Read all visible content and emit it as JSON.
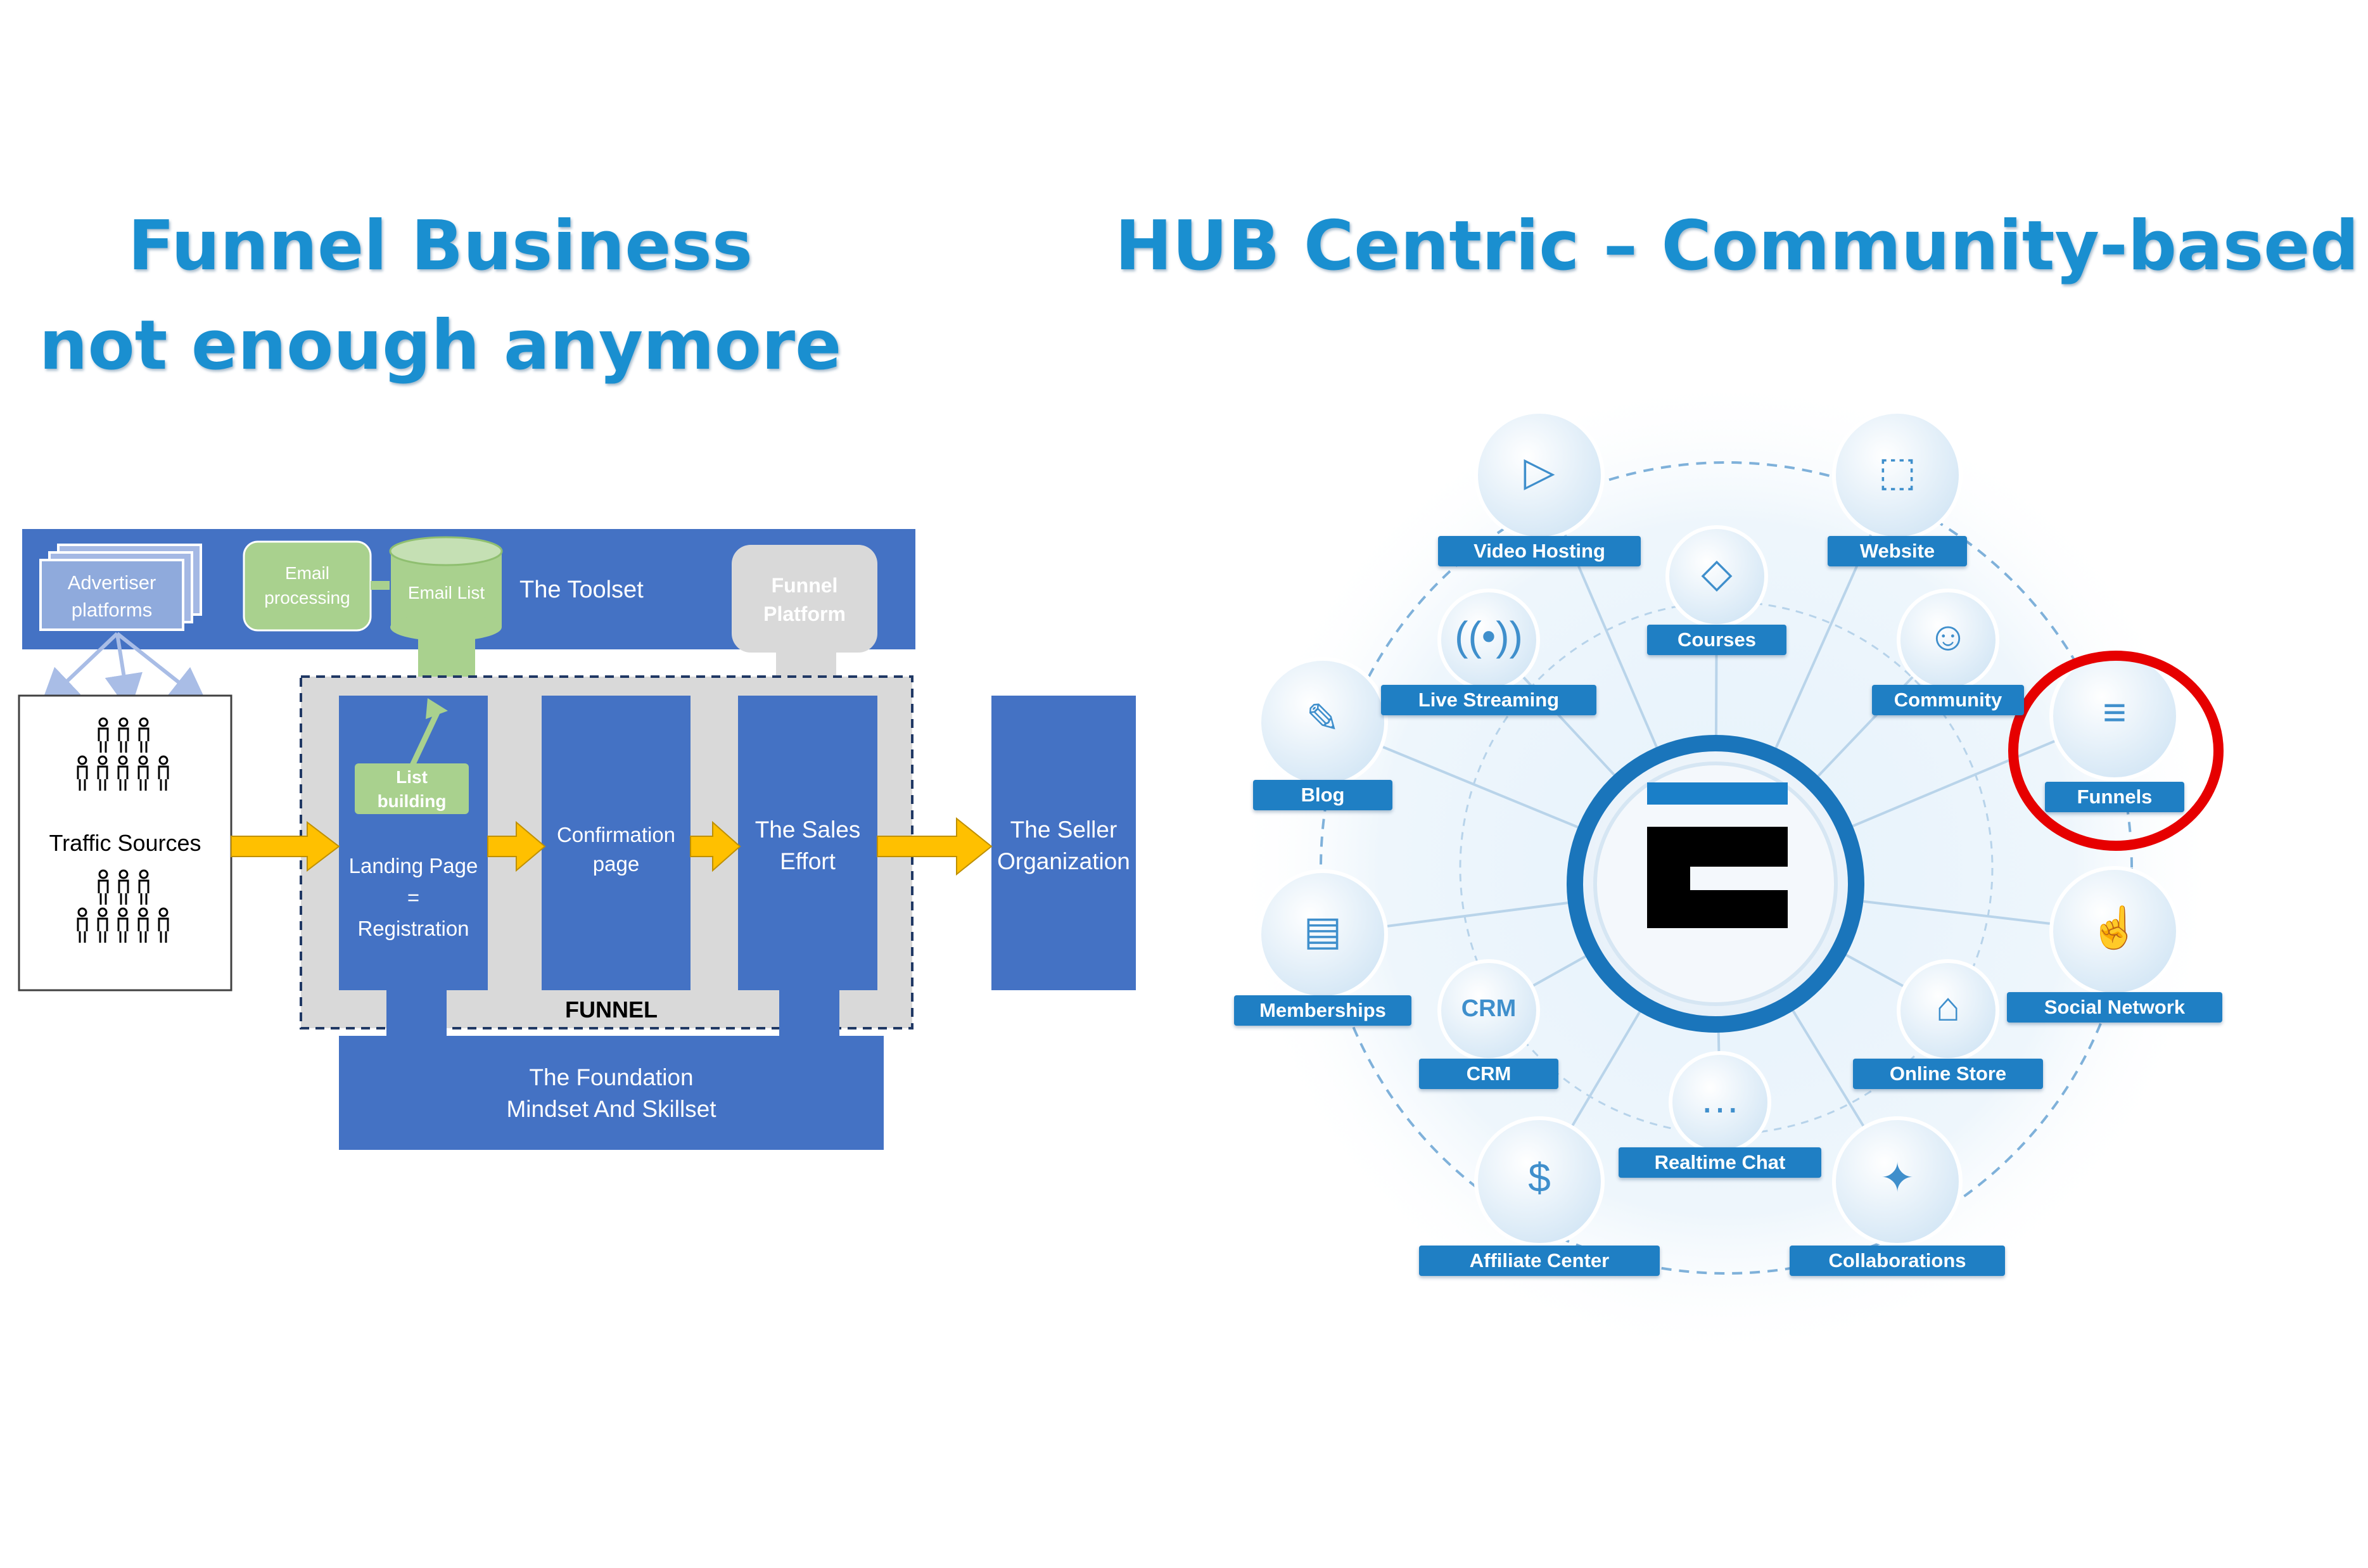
{
  "titles": {
    "left_line1": "Funnel Business",
    "left_line2": "not enough anymore",
    "right": "HUB Centric – Community-based"
  },
  "funnel_diagram": {
    "advertiser": "Advertiser\nplatforms",
    "email_processing": "Email\nprocessing",
    "email_list": "Email List",
    "toolset": "The Toolset",
    "funnel_platform": "Funnel\nPlatform",
    "traffic_sources": "Traffic Sources",
    "list_building": "List\nbuilding",
    "landing_page": "Landing Page\n=\nRegistration",
    "confirmation": "Confirmation\npage",
    "sales_effort": "The Sales\nEffort",
    "seller_org": "The Seller\nOrganization",
    "funnel": "FUNNEL",
    "foundation": "The Foundation\nMindset And Skillset",
    "colors": {
      "blue": "#4472c4",
      "green": "#a9d18e",
      "grey": "#d9d9d9",
      "arrow": "#ffc000"
    }
  },
  "hub_diagram": {
    "nodes": [
      {
        "label": "Video Hosting",
        "icon": "video-icon"
      },
      {
        "label": "Website",
        "icon": "browser-icon"
      },
      {
        "label": "Courses",
        "icon": "graduation-cap-icon"
      },
      {
        "label": "Live Streaming",
        "icon": "broadcast-icon"
      },
      {
        "label": "Community",
        "icon": "people-icon"
      },
      {
        "label": "Blog",
        "icon": "edit-icon"
      },
      {
        "label": "Funnels",
        "icon": "funnel-icon"
      },
      {
        "label": "Memberships",
        "icon": "id-card-icon"
      },
      {
        "label": "Social Network",
        "icon": "thumbs-up-icon"
      },
      {
        "label": "CRM",
        "icon": "crm-icon"
      },
      {
        "label": "Online Store",
        "icon": "cart-icon"
      },
      {
        "label": "Realtime Chat",
        "icon": "chat-icon"
      },
      {
        "label": "Affiliate Center",
        "icon": "network-dollar-icon"
      },
      {
        "label": "Collaborations",
        "icon": "handshake-icon"
      }
    ],
    "highlight": "Funnels",
    "colors": {
      "tag": "#1f7fc4",
      "ring": "#1a75bb",
      "highlight": "#e60000"
    }
  }
}
